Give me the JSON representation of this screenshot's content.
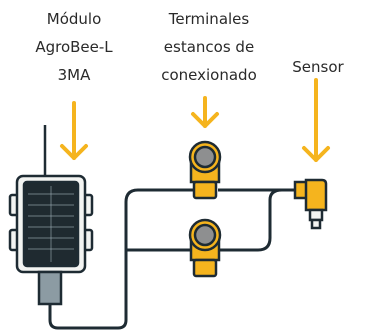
{
  "labels": {
    "module": [
      "Módulo",
      "AgroBee-L",
      "3MA"
    ],
    "terminals": [
      "Terminales",
      "estancos de",
      "conexionado"
    ],
    "sensor": "Sensor"
  },
  "colors": {
    "arrow": "#F5B41E",
    "accent": "#F5B41E",
    "outline": "#1E2B33",
    "panel": "#1F2A30",
    "device_body": "#F3F4F2",
    "plug": "#8C9BA3",
    "connector_face": "#8E8F90",
    "cable": "#1E2B33"
  },
  "icons": {
    "arrows": "down-arrow-icon",
    "module": "solar-module-icon",
    "terminal": "waterproof-terminal-icon",
    "sensor": "sensor-probe-icon"
  }
}
